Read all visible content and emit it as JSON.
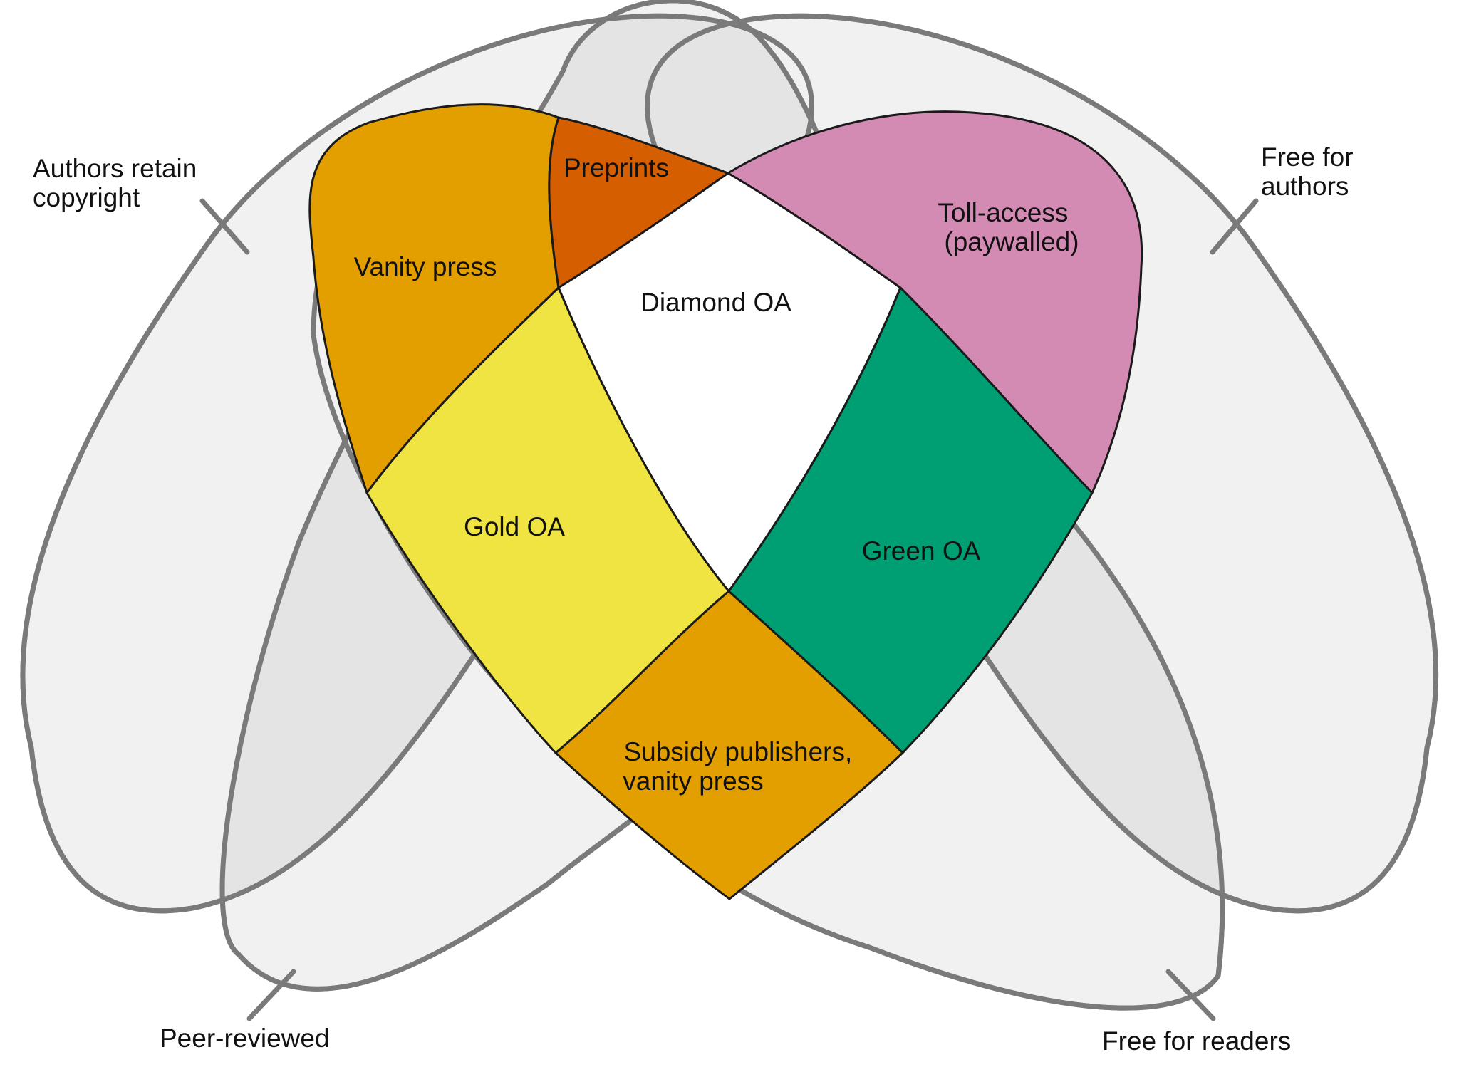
{
  "diagram": {
    "type": "venn",
    "sets": [
      {
        "id": "authors_retain_copyright",
        "label": [
          "Authors retain",
          "copyright"
        ]
      },
      {
        "id": "free_for_authors",
        "label": [
          "Free for",
          "authors"
        ]
      },
      {
        "id": "peer_reviewed",
        "label": [
          "Peer-reviewed"
        ]
      },
      {
        "id": "free_for_readers",
        "label": [
          "Free for readers"
        ]
      }
    ],
    "regions": [
      {
        "id": "vanity_press_top",
        "label": [
          "Vanity press"
        ],
        "color": "#E39E00"
      },
      {
        "id": "preprints",
        "label": [
          "Preprints"
        ],
        "color": "#D55E00"
      },
      {
        "id": "diamond_oa",
        "label": [
          "Diamond OA"
        ],
        "color": "#FFFFFF"
      },
      {
        "id": "toll_access",
        "label": [
          "Toll-access",
          "(paywalled)"
        ],
        "color": "#D48BB3"
      },
      {
        "id": "gold_oa",
        "label": [
          "Gold OA"
        ],
        "color": "#F0E442"
      },
      {
        "id": "green_oa",
        "label": [
          "Green OA"
        ],
        "color": "#009E73"
      },
      {
        "id": "subsidy_publishers",
        "label": [
          "Subsidy publishers,",
          "vanity press"
        ],
        "color": "#E39E00"
      }
    ],
    "colors": {
      "set_fill": "#F1F1F1",
      "set_overlap_fill": "#E4E4E4",
      "set_outline": "#7A7A7A",
      "region_outline": "#1A1A1A",
      "background": "#FFFFFF"
    }
  }
}
